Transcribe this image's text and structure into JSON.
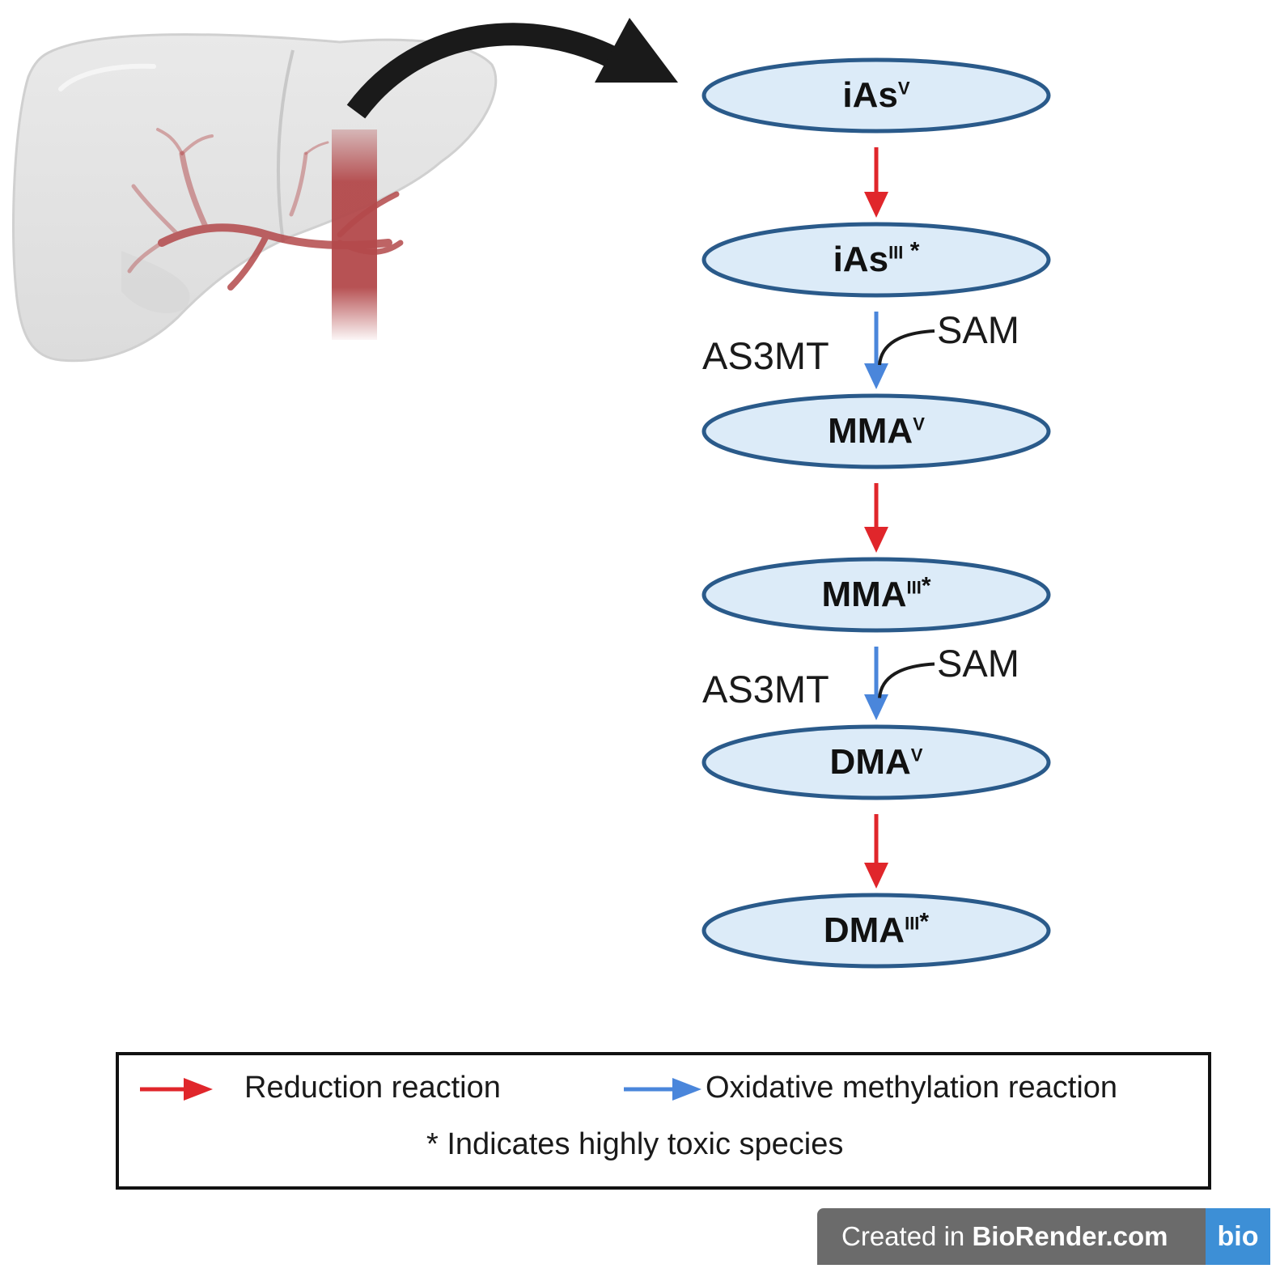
{
  "colors": {
    "node_fill": "#dcebf8",
    "node_stroke": "#2a5a8a",
    "reduction_arrow": "#e0262b",
    "methylation_arrow": "#4a86db",
    "liver_fill": "#e4e4e4",
    "vessel": "#b3494b",
    "badge_bg": "#6b6b6b",
    "badge_logo_bg": "#3d8fd6"
  },
  "nodes": [
    {
      "base": "iAs",
      "sup": "V",
      "suffix": ""
    },
    {
      "base": "iAs",
      "sup": "III",
      "suffix": " *"
    },
    {
      "base": "MMA",
      "sup": "V",
      "suffix": ""
    },
    {
      "base": "MMA",
      "sup": "III",
      "suffix": "*"
    },
    {
      "base": "DMA",
      "sup": "V",
      "suffix": ""
    },
    {
      "base": "DMA",
      "sup": "III",
      "suffix": "*"
    }
  ],
  "steps": [
    {
      "type": "reduction"
    },
    {
      "type": "methylation",
      "enzyme": "AS3MT",
      "cofactor": "SAM"
    },
    {
      "type": "reduction"
    },
    {
      "type": "methylation",
      "enzyme": "AS3MT",
      "cofactor": "SAM"
    },
    {
      "type": "reduction"
    }
  ],
  "legend": {
    "reduction_label": "Reduction reaction",
    "methylation_label": "Oxidative methylation reaction",
    "note": "* Indicates highly toxic species"
  },
  "badge": {
    "prefix": "Created in ",
    "brand": "BioRender.com",
    "logo": "bio"
  },
  "icons": {
    "organ": "liver-icon",
    "flow": "curved-arrow-icon"
  }
}
